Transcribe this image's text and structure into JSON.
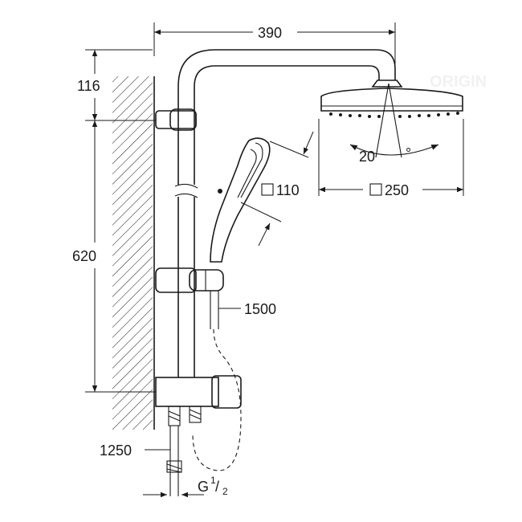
{
  "dimensions": {
    "top_width": "390",
    "wall_top": "116",
    "rail_height": "620",
    "hand_shower_size": "110",
    "head_shower_size": "250",
    "tilt_angle": "20",
    "tilt_unit": "°",
    "hose_length": "1500",
    "inlet_length": "1250",
    "thread_prefix": "G",
    "thread_num": "1",
    "thread_den": "2"
  }
}
